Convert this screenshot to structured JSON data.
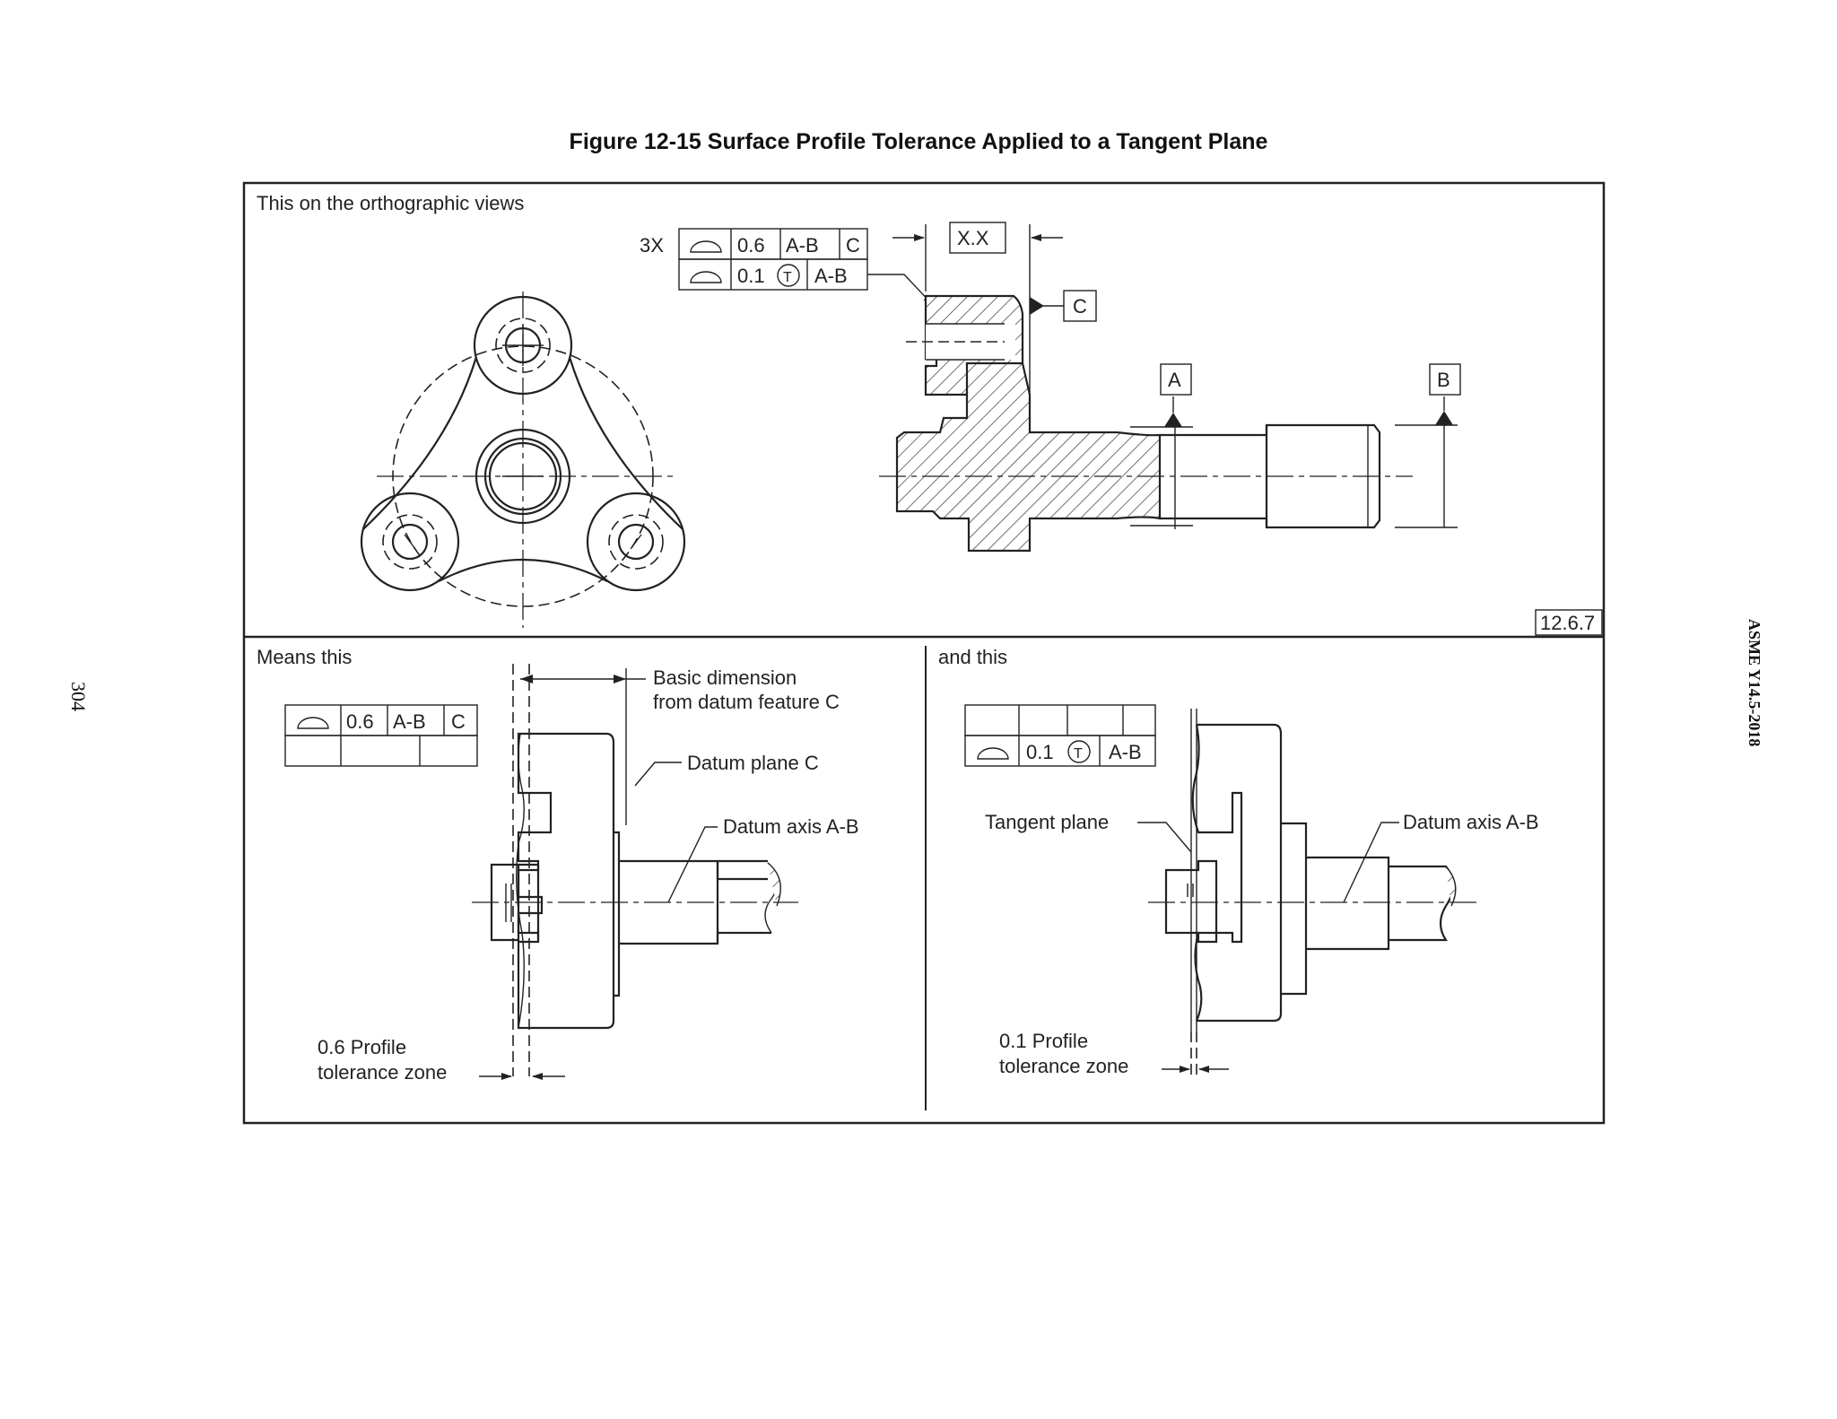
{
  "figure_title": "Figure 12-15 Surface Profile Tolerance Applied to a Tangent Plane",
  "page_number": "304",
  "standard_id": "ASME Y14.5-2018",
  "panels": {
    "top": {
      "caption": "This on the orthographic views",
      "multiplier": "3X",
      "fcf_row1": {
        "tolerance": "0.6",
        "datum1": "A-B",
        "datum2": "C"
      },
      "fcf_row2": {
        "tolerance": "0.1",
        "modifier": "T",
        "datum1": "A-B"
      },
      "basic_dim": "X.X",
      "datum_c": "C",
      "datum_a": "A",
      "datum_b": "B",
      "section_ref": "12.6.7"
    },
    "bottom_left": {
      "caption": "Means this",
      "fcf": {
        "tolerance": "0.6",
        "datum1": "A-B",
        "datum2": "C"
      },
      "basic_dim_label_1": "Basic dimension",
      "basic_dim_label_2": "from datum feature C",
      "datum_plane_label": "Datum plane C",
      "datum_axis_label": "Datum axis A-B",
      "zone_label_1": "0.6 Profile",
      "zone_label_2": "tolerance zone"
    },
    "bottom_right": {
      "caption": "and this",
      "fcf": {
        "tolerance": "0.1",
        "modifier": "T",
        "datum1": "A-B"
      },
      "tangent_plane_label": "Tangent plane",
      "datum_axis_label": "Datum axis A-B",
      "zone_label_1": "0.1 Profile",
      "zone_label_2": "tolerance zone"
    }
  },
  "icons": {
    "profile_symbol": "profile-of-surface-icon",
    "datum_triangle": "datum-feature-triangle-icon"
  }
}
